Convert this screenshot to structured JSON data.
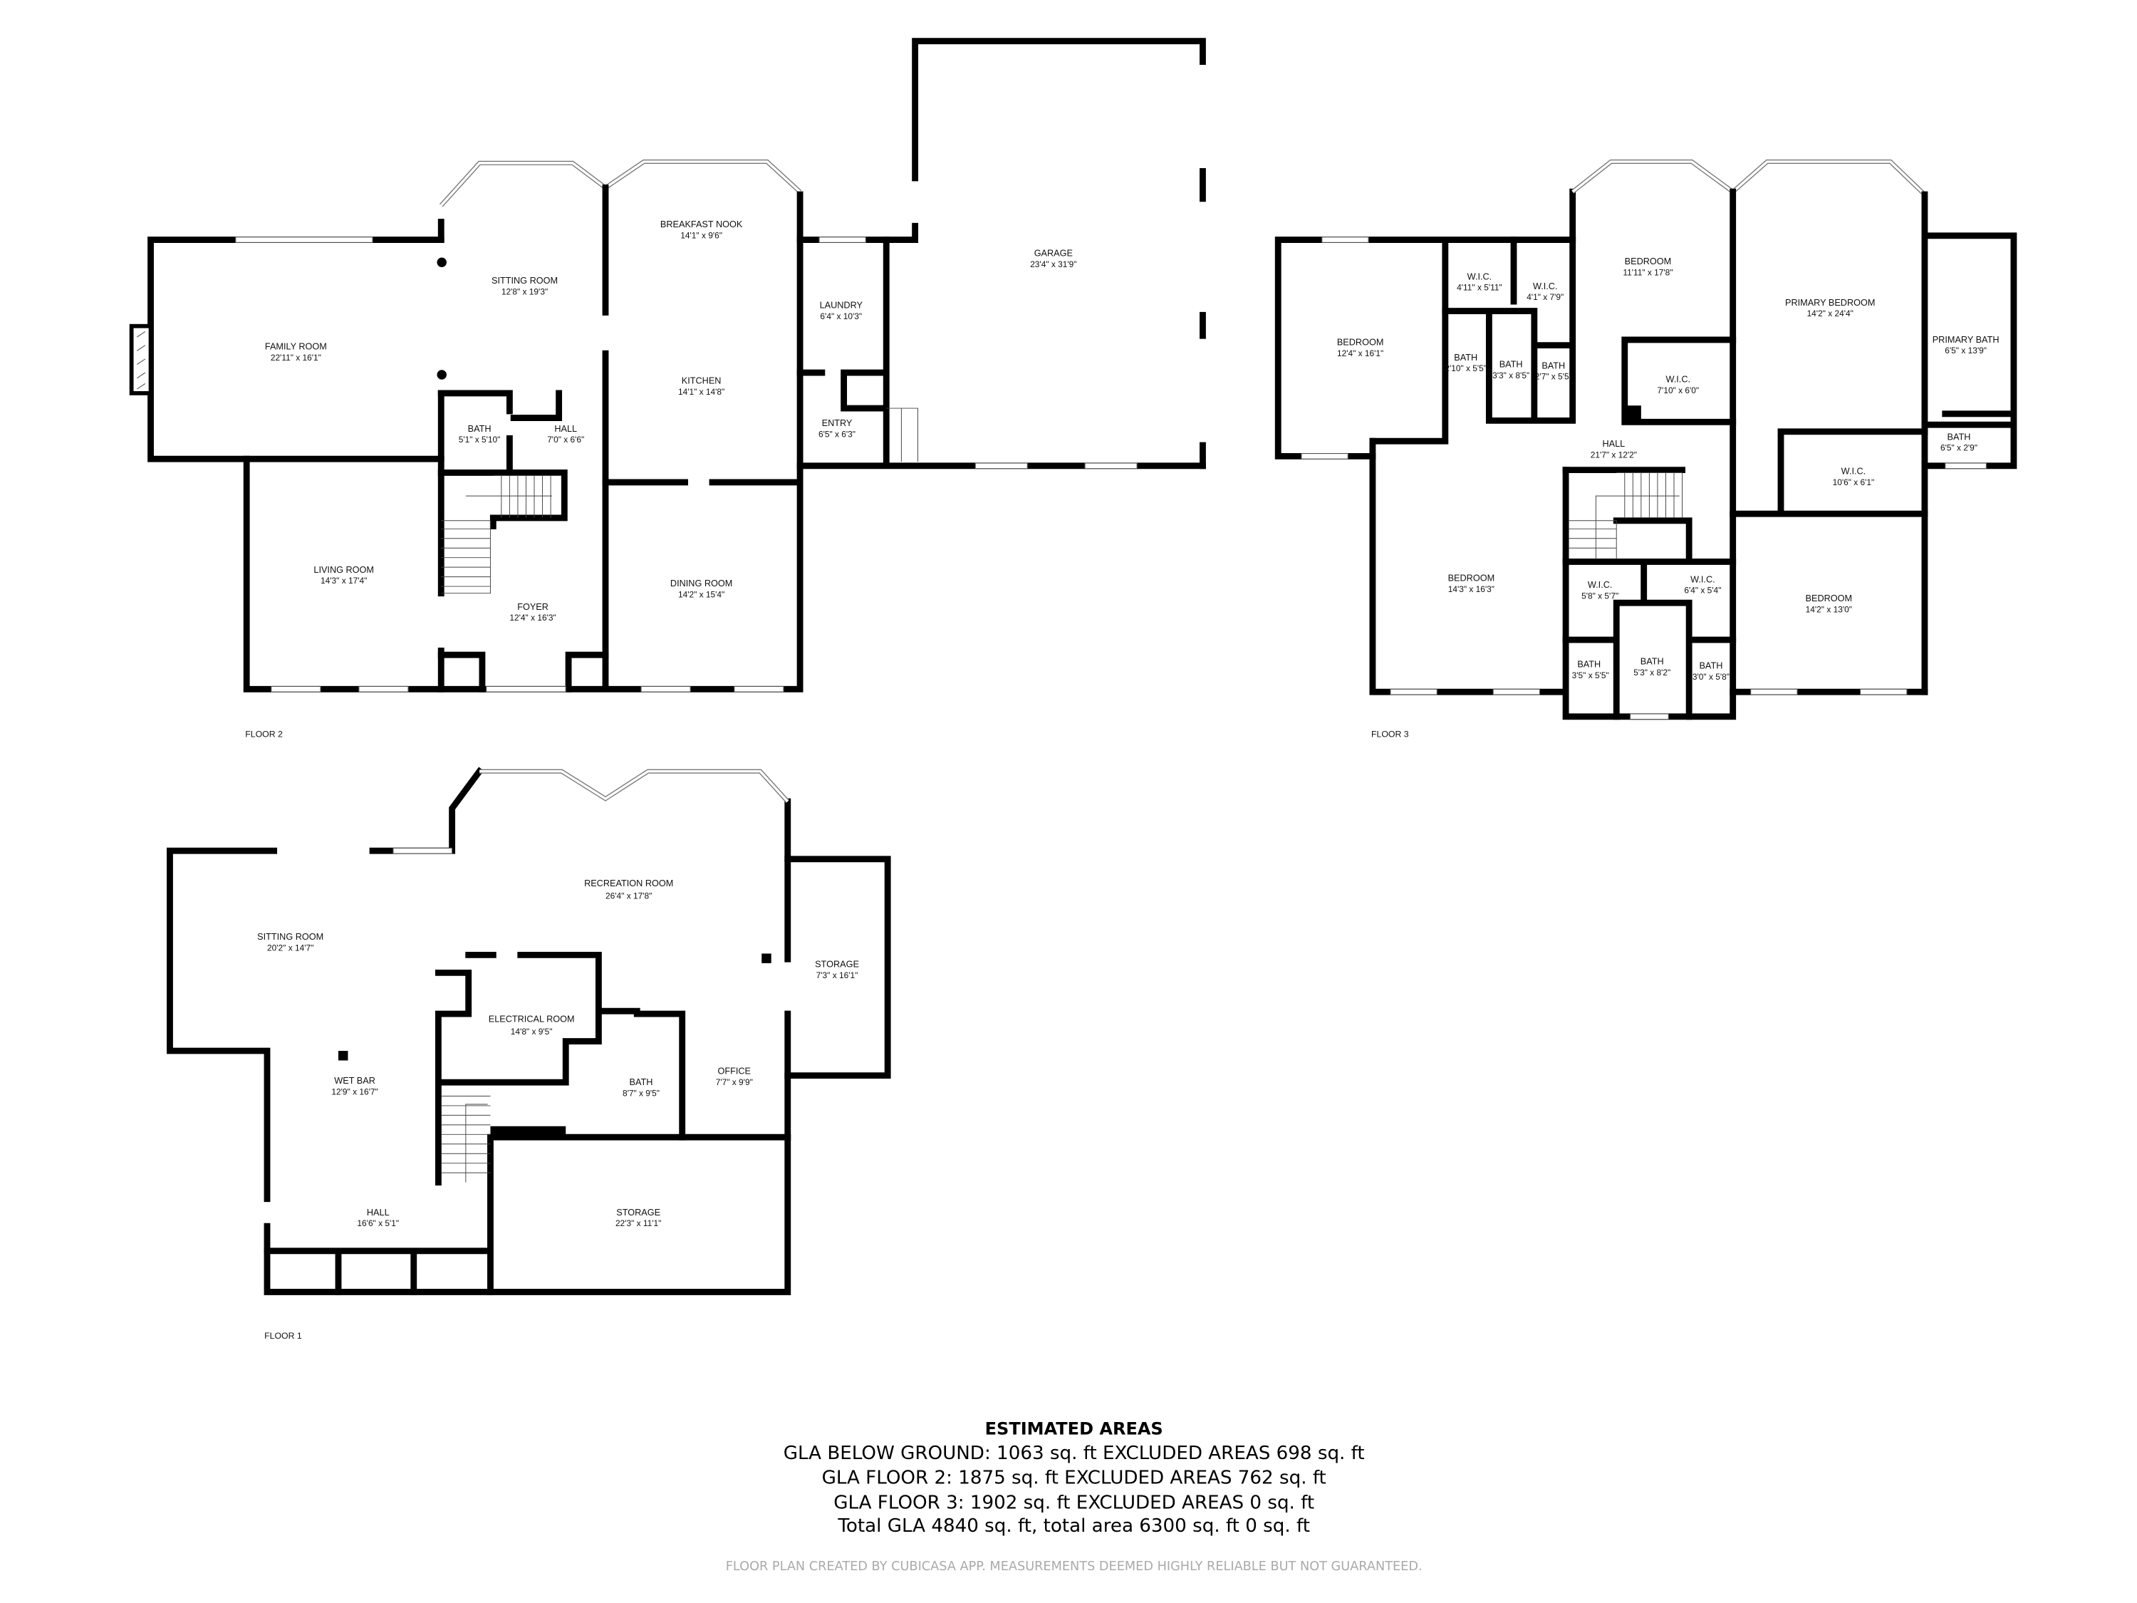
{
  "colors": {
    "walls": "#000000",
    "text": "#111111",
    "footer": "#aaaaaa",
    "background": "#ffffff"
  },
  "floor2": {
    "label": "FLOOR 2",
    "rooms": [
      {
        "name": "FAMILY ROOM",
        "dims": "22'11\" x 16'1\""
      },
      {
        "name": "SITTING ROOM",
        "dims": "12'8\" x 19'3\""
      },
      {
        "name": "BATH",
        "dims": "5'1\" x 5'10\""
      },
      {
        "name": "HALL",
        "dims": "7'0\" x 6'6\""
      },
      {
        "name": "LIVING ROOM",
        "dims": "14'3\" x 17'4\""
      },
      {
        "name": "FOYER",
        "dims": "12'4\" x 16'3\""
      },
      {
        "name": "BREAKFAST NOOK",
        "dims": "14'1\" x 9'6\""
      },
      {
        "name": "KITCHEN",
        "dims": "14'1\" x 14'8\""
      },
      {
        "name": "DINING ROOM",
        "dims": "14'2\" x 15'4\""
      },
      {
        "name": "LAUNDRY",
        "dims": "6'4\" x 10'3\""
      },
      {
        "name": "ENTRY",
        "dims": "6'5\" x 6'3\""
      },
      {
        "name": "GARAGE",
        "dims": "23'4\" x 31'9\""
      }
    ]
  },
  "floor3": {
    "label": "FLOOR 3",
    "rooms": [
      {
        "name": "BEDROOM",
        "dims": "12'4\" x 16'1\""
      },
      {
        "name": "W.I.C.",
        "dims": "4'11\" x 5'11\""
      },
      {
        "name": "W.I.C.",
        "dims": "4'1\" x 7'9\""
      },
      {
        "name": "BEDROOM",
        "dims": "11'11\" x 17'8\""
      },
      {
        "name": "PRIMARY BEDROOM",
        "dims": "14'2\" x 24'4\""
      },
      {
        "name": "PRIMARY BATH",
        "dims": "6'5\" x 13'9\""
      },
      {
        "name": "BATH",
        "dims": "2'10\" x 5'5\""
      },
      {
        "name": "BATH",
        "dims": "3'3\" x 8'5\""
      },
      {
        "name": "BATH",
        "dims": "2'7\" x 5'5\""
      },
      {
        "name": "W.I.C.",
        "dims": "7'10\" x 6'0\""
      },
      {
        "name": "BATH",
        "dims": "6'5\" x 2'9\""
      },
      {
        "name": "HALL",
        "dims": "21'7\" x 12'2\""
      },
      {
        "name": "W.I.C.",
        "dims": "10'6\" x 6'1\""
      },
      {
        "name": "BEDROOM",
        "dims": "14'3\" x 16'3\""
      },
      {
        "name": "BEDROOM",
        "dims": "14'2\" x 13'0\""
      },
      {
        "name": "W.I.C.",
        "dims": "5'8\" x 5'7\""
      },
      {
        "name": "W.I.C.",
        "dims": "6'4\" x 5'4\""
      },
      {
        "name": "BATH",
        "dims": "3'5\" x 5'5\""
      },
      {
        "name": "BATH",
        "dims": "5'3\" x 8'2\""
      },
      {
        "name": "BATH",
        "dims": "3'0\" x 5'8\""
      }
    ]
  },
  "floor1": {
    "label": "FLOOR 1",
    "rooms": [
      {
        "name": "RECREATION ROOM",
        "dims": "26'4\" x 17'8\""
      },
      {
        "name": "SITTING ROOM",
        "dims": "20'2\" x 14'7\""
      },
      {
        "name": "STORAGE",
        "dims": "7'3\" x 16'1\""
      },
      {
        "name": "ELECTRICAL ROOM",
        "dims": "14'8\" x 9'5\""
      },
      {
        "name": "WET BAR",
        "dims": "12'9\" x 16'7\""
      },
      {
        "name": "OFFICE",
        "dims": "7'7\" x 9'9\""
      },
      {
        "name": "BATH",
        "dims": "8'7\" x 9'5\""
      },
      {
        "name": "HALL",
        "dims": "16'6\" x 5'1\""
      },
      {
        "name": "STORAGE",
        "dims": "22'3\" x 11'1\""
      }
    ]
  },
  "areas": {
    "title": "ESTIMATED AREAS",
    "lines": [
      "GLA BELOW GROUND: 1063 sq. ft EXCLUDED AREAS 698 sq. ft",
      "GLA FLOOR 2: 1875 sq. ft EXCLUDED AREAS 762 sq. ft",
      "GLA FLOOR 3: 1902 sq. ft EXCLUDED AREAS 0 sq. ft",
      "Total GLA 4840 sq. ft, total area 6300 sq. ft 0 sq. ft"
    ],
    "footer": "FLOOR PLAN CREATED BY CUBICASA APP. MEASUREMENTS DEEMED HIGHLY RELIABLE BUT NOT GUARANTEED."
  }
}
